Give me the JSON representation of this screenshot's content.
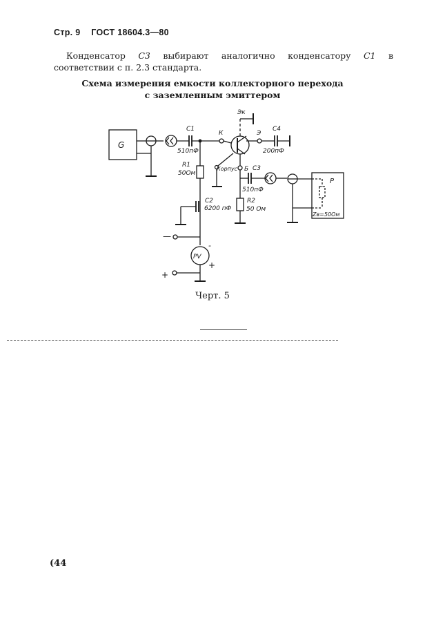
{
  "header": {
    "page": "Стр. 9",
    "standard": "ГОСТ 18604.3—80"
  },
  "paragraph": {
    "p1": "Конденсатор ",
    "c3": "С3",
    "p2": " выбирают аналогично конденсатору ",
    "c1": "С1",
    "p3": " в соответствии с п. 2.3 стандарта."
  },
  "heading": {
    "line1": "Схема измерения емкости коллекторного перехода",
    "line2": "с заземленным эмиттером"
  },
  "schematic": {
    "generator": "G",
    "c1_name": "С1",
    "c1_value": "510пФ",
    "k": "К",
    "r1_name": "R1",
    "r1_value": "50Ом",
    "ek": "Эк",
    "e": "Э",
    "c4_name": "С4",
    "c4_value": "200пФ",
    "korpus": "Корпус",
    "b": "Б",
    "c3_name": "С3",
    "c3_value": "510пФ",
    "r2_name": "R2",
    "r2_value": "50 Ом",
    "c2_name": "С2",
    "c2_value": "6200 пФ",
    "pv": "PV",
    "p": "P",
    "z": "Zв=50Ом",
    "minus": "—",
    "plus": "+",
    "meter_minus": "-",
    "meter_plus": "+"
  },
  "caption": "Черт. 5",
  "page_number": "(44"
}
